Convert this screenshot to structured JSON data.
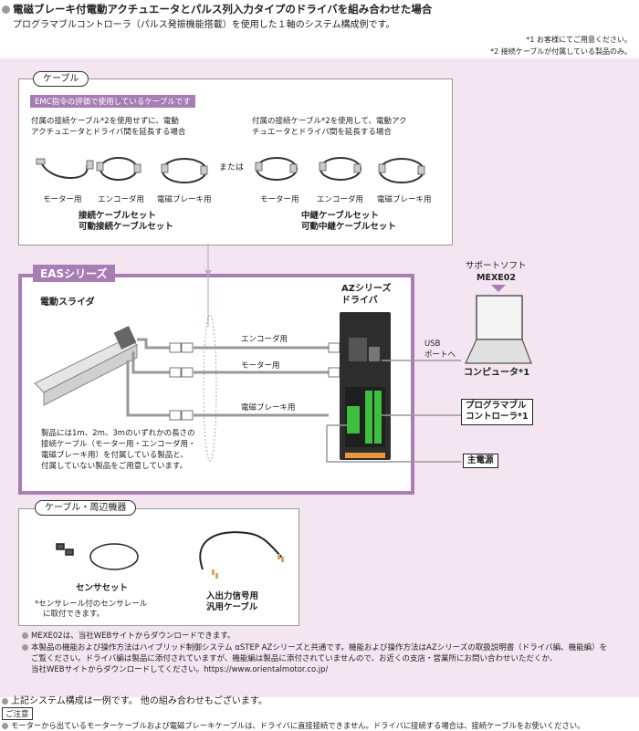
{
  "header": {
    "title": "電磁ブレーキ付電動アクチュエータとパルス列入力タイプのドライバを組み合わせた場合",
    "subtitle": "プログラマブルコントローラ（パルス発振機能搭載）を使用した１軸のシステム構成例です。",
    "note1": "*1 お客様にてご用意ください。",
    "note2": "*2 接続ケーブルが付属している製品のみ。"
  },
  "cable_section": {
    "label": "ケーブル",
    "emc_label": "EMC指令の評価で使用しているケーブルです",
    "left_desc_line1": "付属の接続ケーブル*2を使用せずに、電動",
    "left_desc_line2": "アクチュエータとドライバ間を延長する場合",
    "right_desc_line1": "付属の接続ケーブル*2を使用して、電動アク",
    "right_desc_line2": "チュエータとドライバ間を延長する場合",
    "or": "または",
    "left_items": [
      "モーター用",
      "エンコーダ用",
      "電磁ブレーキ用"
    ],
    "right_items": [
      "モーター用",
      "エンコーダ用",
      "電磁ブレーキ用"
    ],
    "left_set_line1": "接続ケーブルセット",
    "left_set_line2": "可動接続ケーブルセット",
    "right_set_line1": "中継ケーブルセット",
    "right_set_line2": "可動中継ケーブルセット"
  },
  "system": {
    "eas_label": "EASシリーズ",
    "slider_label": "電動スライダ",
    "driver_label_line1": "AZシリーズ",
    "driver_label_line2": "ドライバ",
    "encoder_line": "エンコーダ用",
    "motor_line": "モーター用",
    "brake_line": "電磁ブレーキ用",
    "product_note": [
      "製品には1m、2m、3mのいずれかの長さの",
      "接続ケーブル（モーター用・エンコーダ用・",
      "電磁ブレーキ用）を付属している製品と、",
      "付属していない製品をご用意しています。"
    ],
    "support_soft_line1": "サポートソフト",
    "support_soft_line2": "MEXE02",
    "usb_line1": "USB",
    "usb_line2": "ポートへ",
    "computer": "コンピュータ*1",
    "plc_line1": "プログラマブル",
    "plc_line2": "コントローラ*1",
    "power": "主電源"
  },
  "accessories": {
    "label": "ケーブル・周辺機器",
    "sensor_set": "センサセット",
    "sensor_note_line1": "*センサレール付のセンサレール",
    "sensor_note_line2": "に取付できます。",
    "io_cable_line1": "入出力信号用",
    "io_cable_line2": "汎用ケーブル"
  },
  "footnotes": {
    "f1": "MEXE02は、当社WEBサイトからダウンロードできます。",
    "f2_line1": "本製品の機能および操作方法はハイブリッド制御システム αSTEP AZシリーズと共通です。機能および操作方法はAZシリーズの取扱説明書（ドライバ編、機能編）を",
    "f2_line2": "ご覧ください。ドライバ編は製品に添付されていますが、機能編は製品に添付されていませんので、お近くの支店・営業所にお問い合わせいただくか、",
    "f2_line3": "当社WEBサイトからダウンロードしてください。https://www.orientalmotor.co.jp/"
  },
  "bottom": {
    "system_note": "上記システム構成は一例です。 他の組み合わせもございます。",
    "caution_label": "ご注意",
    "caution_text": "モーターから出ているモーターケーブルおよび電磁ブレーキケーブルは、ドライバに直接接続できません。ドライバに接続する場合は、接続ケーブルをお使いください。"
  },
  "colors": {
    "accent": "#a77db4",
    "background_tint": "#f3e6f1",
    "line_gray": "#999999"
  }
}
